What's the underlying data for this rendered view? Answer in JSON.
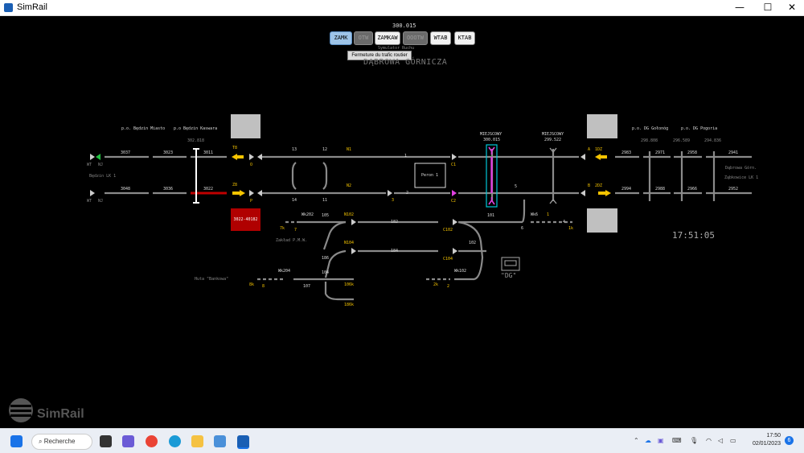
{
  "window": {
    "title": "SimRail",
    "minimize": "—",
    "maximize": "☐",
    "close": "✕"
  },
  "header": {
    "kilometer": "300.015",
    "station": "DĄBROWA GÓRNICZA",
    "subtitle": "Symulator Ruchu"
  },
  "toolbar": {
    "buttons": [
      {
        "label": "ZAMK",
        "state": "selected"
      },
      {
        "label": "OTW",
        "state": "disabled"
      },
      {
        "label": "ZAMKAW",
        "state": "normal"
      },
      {
        "label": "OOOTW",
        "state": "disabled"
      },
      {
        "label": "WTAB",
        "state": "normal"
      },
      {
        "label": "KTAB",
        "state": "normal"
      }
    ],
    "tooltip": "Fermeture du trafic routier"
  },
  "labels": {
    "po_bedzin_miasto": "p.o. Będzin Miasto",
    "po_bedzin_kasz": "p.o Będzin Kaswara",
    "po_dg_golonog": "p.o. DG Gołonóg",
    "po_dg_pogoria": "p.o. DG Pogoria",
    "km_302_818": "302.818",
    "km_298_808": "298.808",
    "km_296_589": "296.589",
    "km_294_836": "294.836",
    "miejscowy_1": "MIEJSCOWY",
    "km_300_015": "300.015",
    "miejscowy_2": "MIEJSCOWY",
    "km_299_522": "299.522",
    "bedzin_ik1": "Będzin LK 1",
    "dg_gorn": "Dąbrowa Górn.",
    "zabkowice": "Ząbkowice LK 1",
    "wt_top": "WT",
    "nj_top": "NJ",
    "wt_bot": "WT",
    "nj_bot": "NJ",
    "huta": "Huta \"Bankowa\"",
    "zaklad": "Zakład P.M.W.",
    "peron": "Peron 1",
    "dg": "\"DG\"",
    "track_3037": "3037",
    "track_3023": "3023",
    "track_3011": "3011",
    "track_3048": "3048",
    "track_3036": "3036",
    "track_3022": "3022",
    "track_2983": "2983",
    "track_2971": "2971",
    "track_2958": "2958",
    "track_2941": "2941",
    "track_2994": "2994",
    "track_2988": "2988",
    "track_2966": "2966",
    "track_2952": "2952",
    "t1": "1",
    "t2": "2",
    "t3": "3",
    "t4": "4",
    "t5": "5",
    "t11": "11",
    "t12": "12",
    "t13": "13",
    "t14": "14",
    "t101": "101",
    "t102": "102",
    "t104": "104",
    "t105": "105",
    "t106": "106",
    "t107": "107",
    "t182": "182",
    "t184": "184",
    "t186": "186",
    "t6": "6",
    "sig_t8": "T8",
    "sig_o": "O",
    "sig_z8": "Z8",
    "sig_p": "P",
    "sig_n1": "N1",
    "sig_n2": "N2",
    "sig_c1": "C1",
    "sig_c2": "C2",
    "sig_a": "A",
    "sig_1dz": "1DZ",
    "sig_b": "B",
    "sig_2dz": "2DZ",
    "sig_n102": "N102",
    "sig_n104": "N104",
    "sig_c102": "C102",
    "sig_c104": "C104",
    "sig_wk202": "Wk202",
    "sig_wk204": "Wk204",
    "sig_wk102": "Wk102",
    "sig_wk6": "Wk6",
    "sig_7k": "7k",
    "sig_7": "7",
    "sig_8k": "8k",
    "sig_8": "8",
    "sig_2k": "2k",
    "sig_2": "2",
    "sig_1k": "1k",
    "sig_1": "1",
    "sig_106k": "106k",
    "sig_186k": "186k"
  },
  "occupied_block": "3022-40182",
  "clock": "17:51:05",
  "brand": "SimRail",
  "taskbar": {
    "search_label": "Recherche",
    "time": "17:50",
    "date": "02/01/2023",
    "notifications": "6"
  },
  "colors": {
    "track": "#8a8a8a",
    "occupied": "#c00000",
    "signal_yellow": "#f5c400",
    "route_cyan": "#00c8d8",
    "route_magenta": "#e040e0"
  }
}
